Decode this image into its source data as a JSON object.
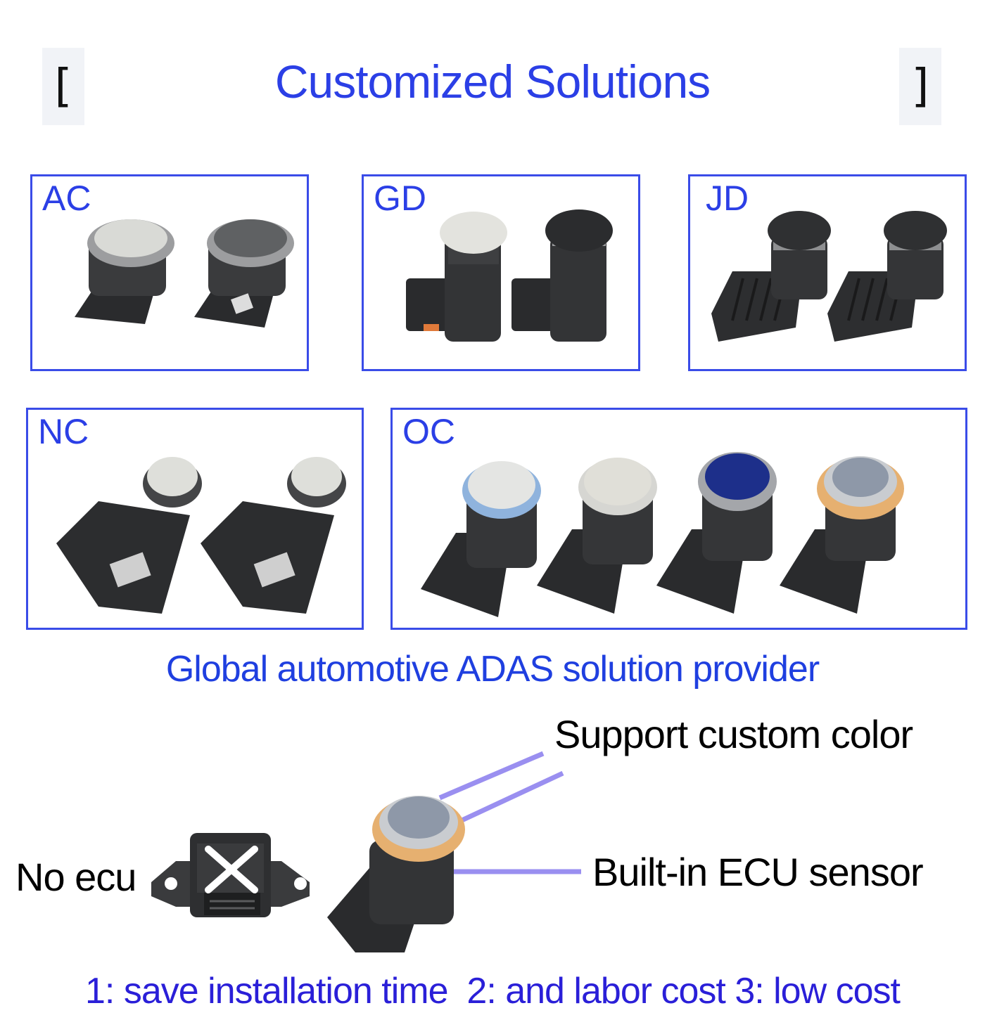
{
  "header": {
    "title": "Customized Solutions",
    "left_bracket": "[",
    "right_bracket": "]"
  },
  "product_groups": [
    {
      "label": "AC",
      "cap_colors": [
        "#d9dad6",
        "#5f6163"
      ]
    },
    {
      "label": "GD",
      "cap_colors": [
        "#e3e3de",
        "#2b2c2e"
      ]
    },
    {
      "label": "JD",
      "cap_colors": [
        "#2f3032",
        "#2f3032"
      ]
    },
    {
      "label": "NC",
      "cap_colors": [
        "#dedfda",
        "#dedfda"
      ]
    },
    {
      "label": "OC",
      "cap_colors": [
        "#e4e5e3",
        "#e0dfd8",
        "#1d2f8a",
        "#8e98a8"
      ],
      "ring_colors": [
        "#8fb3dd",
        "#d6d6d2",
        "#a4a6aa",
        "#e6b070"
      ]
    }
  ],
  "tagline": "Global automotive ADAS solution provider",
  "features": {
    "custom_color": "Support custom color",
    "builtin_ecu": "Built-in ECU sensor",
    "no_ecu": "No ecu"
  },
  "benefits": "1: save installation time  2: and labor cost 3: low cost",
  "colors": {
    "title_blue": "#2b3fe6",
    "box_border": "#3a4ce8",
    "callout_line": "#9a8ff0"
  }
}
